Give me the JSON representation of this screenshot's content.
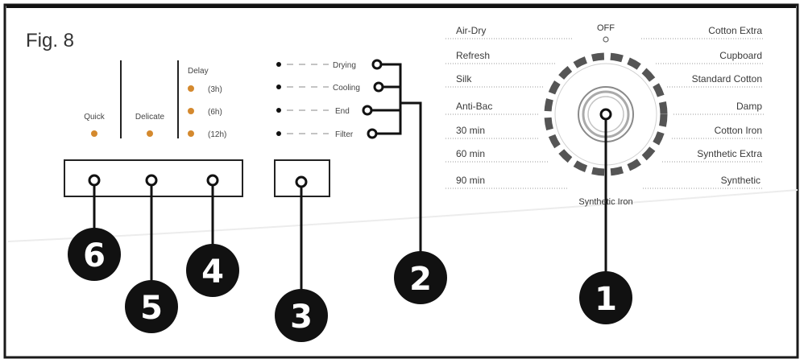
{
  "figure": {
    "title": "Fig. 8"
  },
  "buttons_panel": {
    "quick_label": "Quick",
    "delicate_label": "Delicate",
    "delay_label": "Delay",
    "delay_options": [
      "(3h)",
      "(6h)",
      "(12h)"
    ],
    "led_color": "#d4892e"
  },
  "indicators": {
    "items": [
      "Drying",
      "Cooling",
      "End",
      "Filter"
    ]
  },
  "dial": {
    "off_label": "OFF",
    "left_programs": [
      "Air-Dry",
      "Refresh",
      "Silk",
      "Anti-Bac",
      "30 min",
      "60 min",
      "90 min"
    ],
    "right_programs": [
      "Cotton Extra",
      "Cupboard",
      "Standard Cotton",
      "Damp",
      "Cotton Iron",
      "Synthetic Extra",
      "Synthetic"
    ],
    "bottom_program": "Synthetic Iron"
  },
  "callouts": [
    "1",
    "2",
    "3",
    "4",
    "5",
    "6"
  ]
}
